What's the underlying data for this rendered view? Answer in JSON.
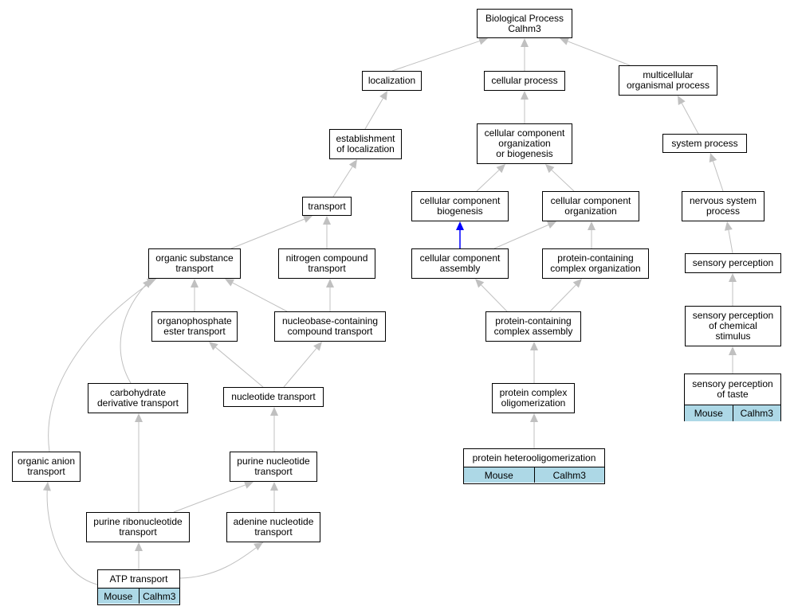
{
  "nodes": {
    "bp": "Biological Process\nCalhm3",
    "localization": "localization",
    "cellular_process": "cellular process",
    "multicellular": "multicellular\norganismal process",
    "establishment": "establishment\nof localization",
    "ccob": "cellular component\norganization\nor biogenesis",
    "system_process": "system process",
    "transport": "transport",
    "cc_biogenesis": "cellular component\nbiogenesis",
    "cc_organization": "cellular component\norganization",
    "nervous": "nervous system\nprocess",
    "organic_substance": "organic substance\ntransport",
    "nitrogen": "nitrogen compound\ntransport",
    "cc_assembly": "cellular component\nassembly",
    "pc_organization": "protein-containing\ncomplex organization",
    "sensory": "sensory perception",
    "organophosphate": "organophosphate\nester transport",
    "nucleobase": "nucleobase-containing\ncompound transport",
    "pc_assembly": "protein-containing\ncomplex assembly",
    "sensory_chem": "sensory perception\nof chemical\nstimulus",
    "carbohydrate": "carbohydrate\nderivative transport",
    "nucleotide": "nucleotide transport",
    "oligomerization": "protein complex\noligomerization",
    "organic_anion": "organic anion\ntransport",
    "purine_nucleotide": "purine nucleotide\ntransport",
    "purine_ribo": "purine ribonucleotide\ntransport",
    "adenine": "adenine nucleotide\ntransport"
  },
  "leaves": {
    "taste": {
      "title": "sensory perception\nof taste",
      "tags": [
        "Mouse",
        "Calhm3"
      ]
    },
    "heterooligo": {
      "title": "protein heterooligomerization",
      "tags": [
        "Mouse",
        "Calhm3"
      ]
    },
    "atp": {
      "title": "ATP transport",
      "tags": [
        "Mouse",
        "Calhm3"
      ]
    }
  },
  "edge_colors": {
    "default": "#c0c0c0",
    "highlight": "#0000ff"
  }
}
